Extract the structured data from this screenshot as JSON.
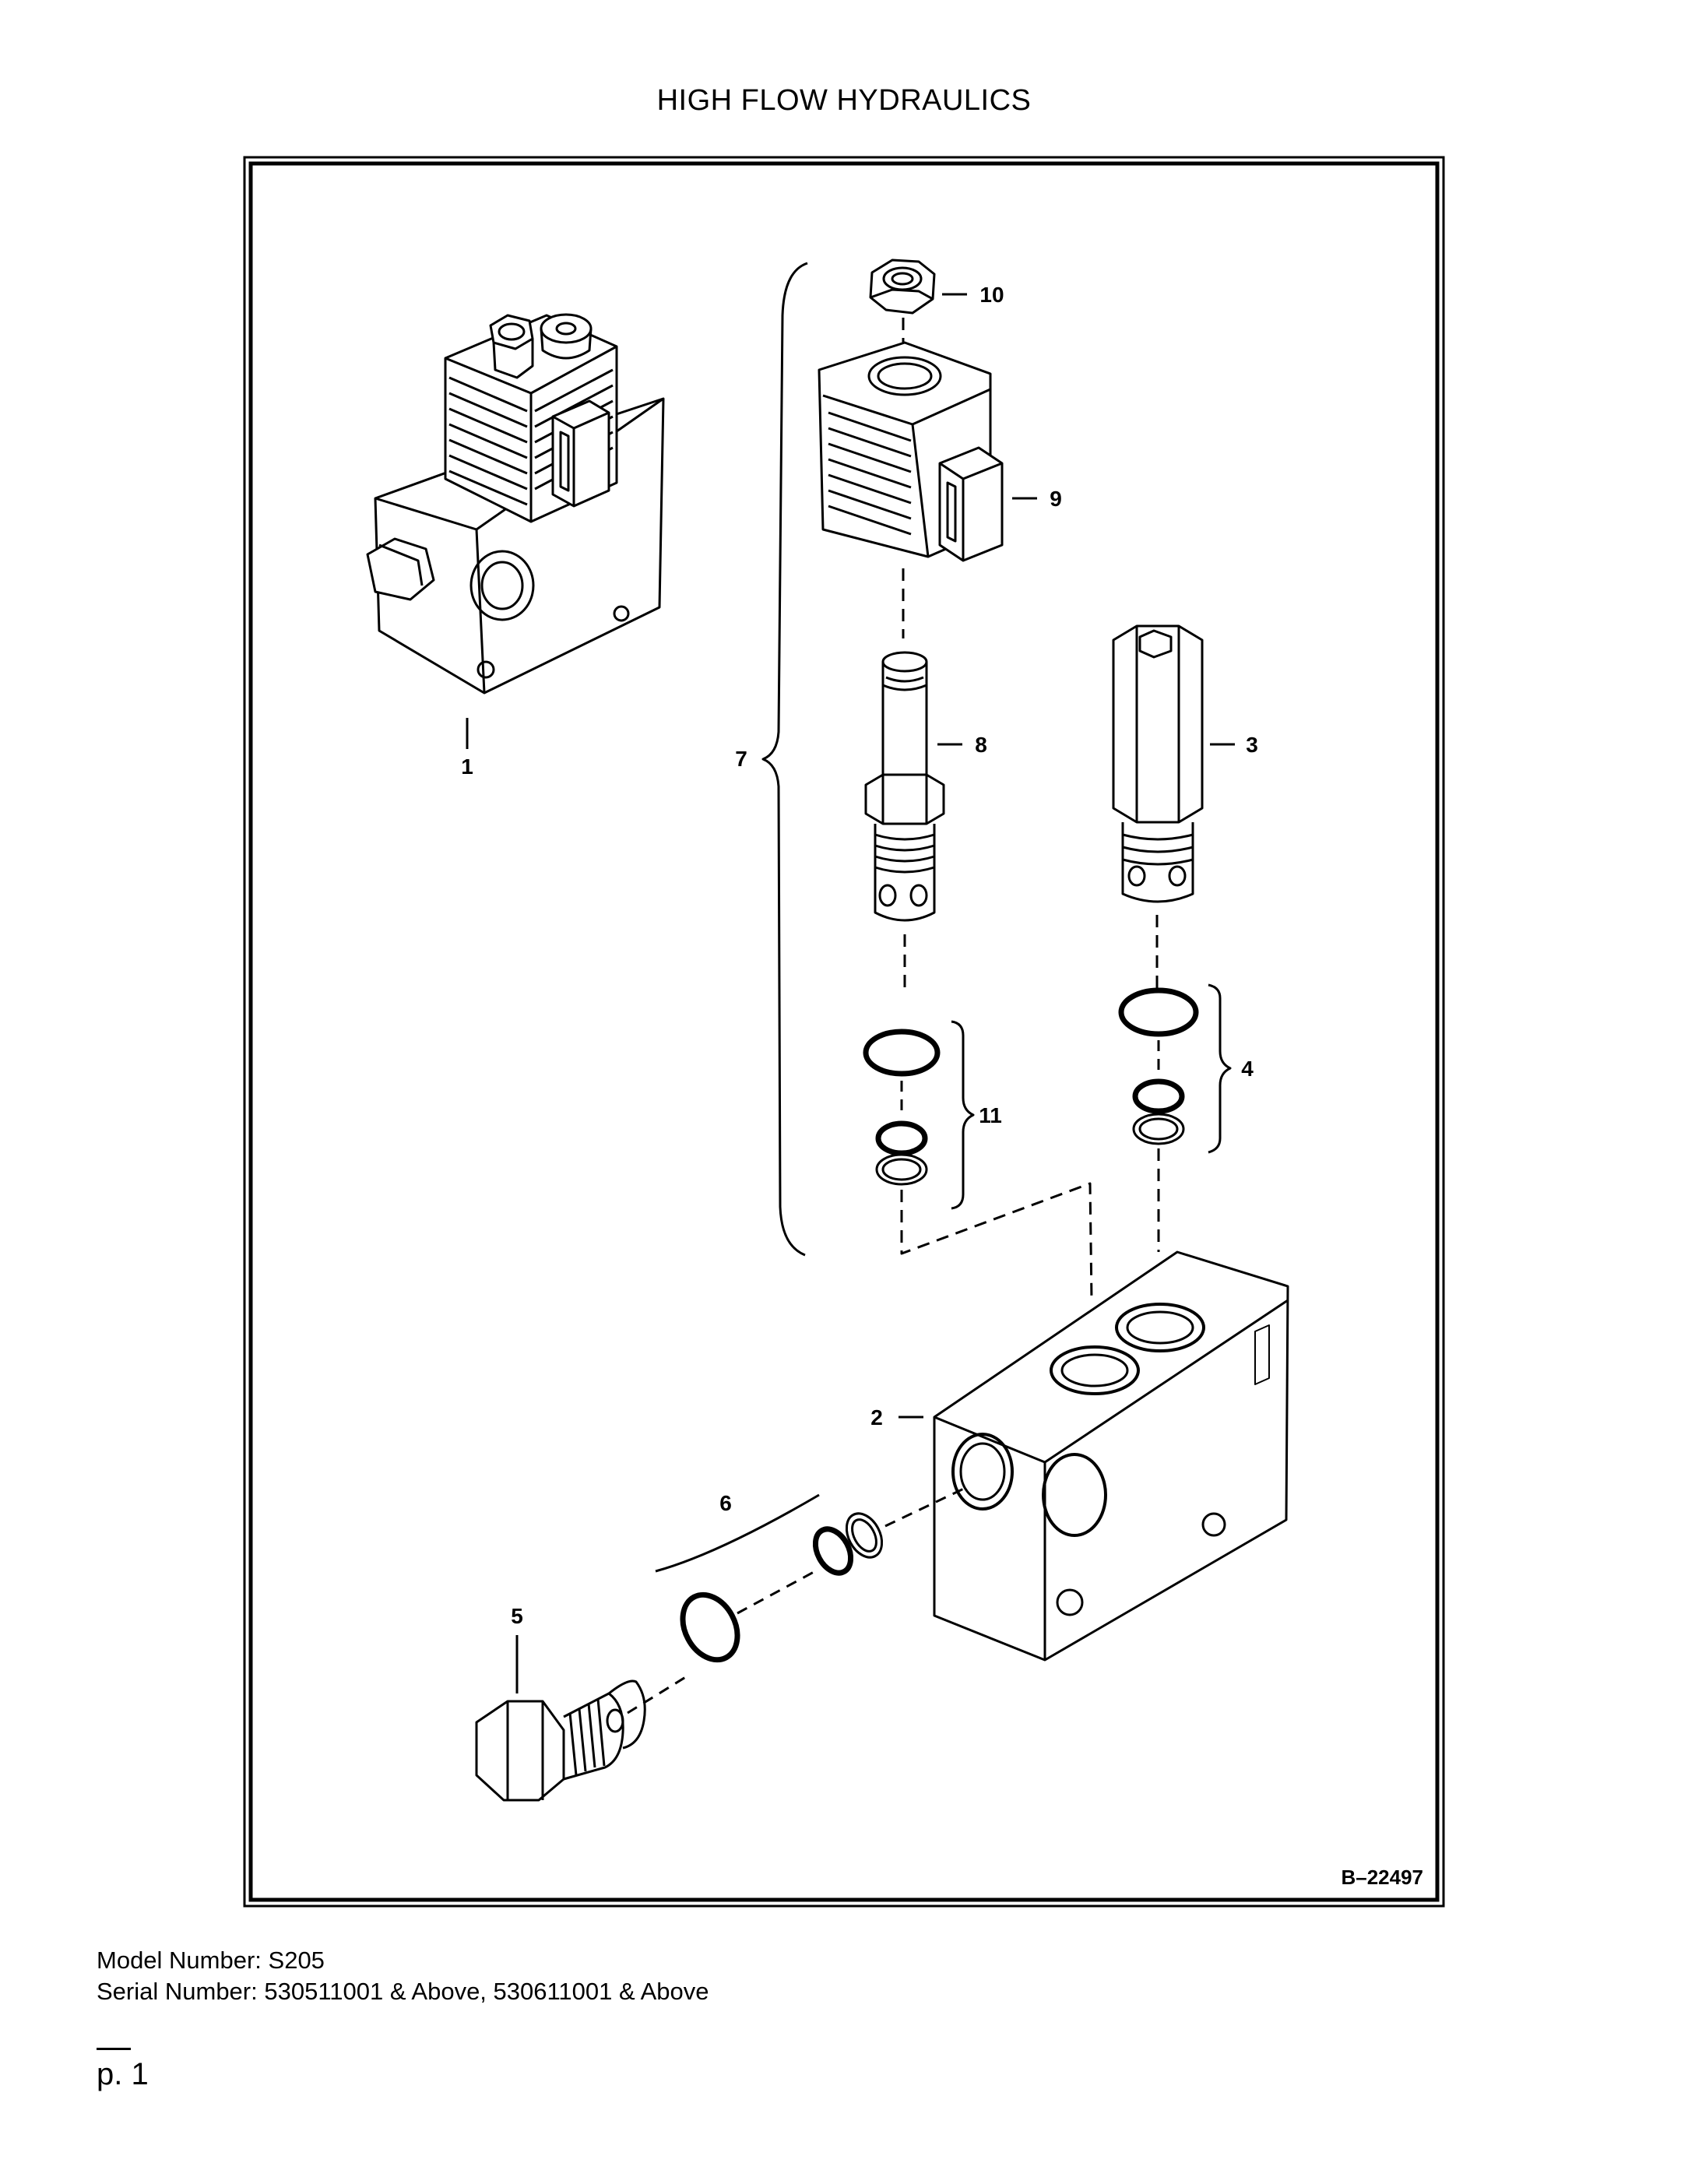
{
  "page": {
    "title": "HIGH FLOW HYDRAULICS",
    "model_line": "Model Number: S205",
    "serial_line": "Serial Number: 530511001 & Above, 530611001 & Above",
    "page_number": "p. 1"
  },
  "diagram": {
    "figure_code": "B–22497",
    "callouts": [
      "1",
      "2",
      "3",
      "4",
      "5",
      "6",
      "7",
      "8",
      "9",
      "10",
      "11"
    ]
  }
}
